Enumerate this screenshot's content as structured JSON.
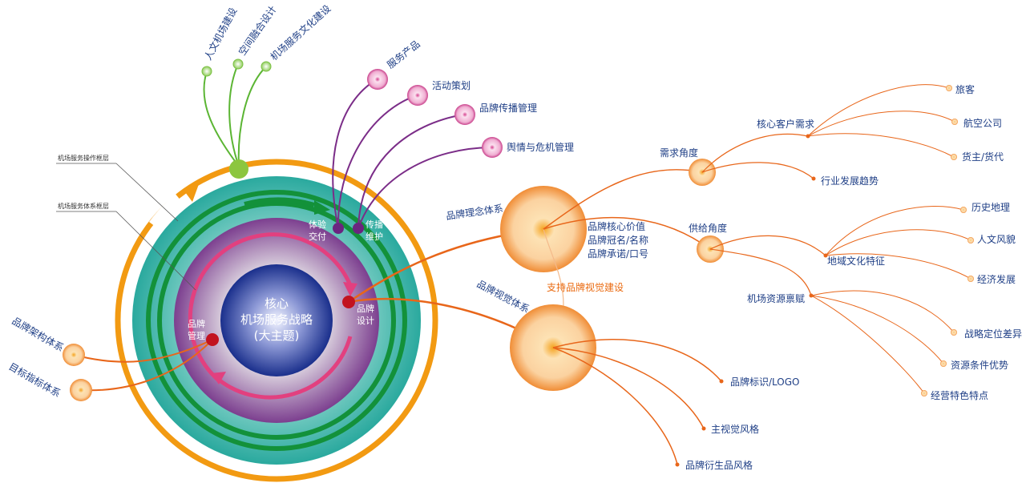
{
  "core": {
    "line1": "核心",
    "line2": "机场服务战略",
    "line3": "(大主题)"
  },
  "inner_labels": {
    "experience": [
      "体验",
      "交付"
    ],
    "spread": [
      "传播",
      "维护"
    ],
    "brand_design": [
      "品牌",
      "设计"
    ],
    "brand_manage": [
      "品牌",
      "管理"
    ]
  },
  "layers": {
    "operation": "机场服务操作框层",
    "system": "机场服务体系框层"
  },
  "top_green": [
    "人文机场建设",
    "空间融合设计",
    "机场服务文化建设"
  ],
  "top_purple": [
    "服务产品",
    "活动策划",
    "品牌传播管理",
    "舆情与危机管理"
  ],
  "left_branches": [
    "品牌架构体系",
    "目标指标体系"
  ],
  "concept": {
    "title": "品牌理念体系",
    "notes": [
      "品牌核心价值",
      "品牌冠名/名称",
      "品牌承诺/口号"
    ],
    "demand": {
      "title": "需求角度",
      "customer": {
        "title": "核心客户需求",
        "items": [
          "旅客",
          "航空公司",
          "货主/货代"
        ]
      },
      "trend": "行业发展趋势"
    },
    "supply": {
      "title": "供给角度",
      "regional": {
        "title": "地域文化特征",
        "items": [
          "历史地理",
          "人文风貌",
          "经济发展"
        ]
      },
      "resource": {
        "title": "机场资源禀赋",
        "items": [
          "战略定位差异",
          "资源条件优势",
          "经营特色特点"
        ]
      }
    }
  },
  "support_label": "支持品牌视觉建设",
  "visual": {
    "title": "品牌视觉体系",
    "items": [
      "品牌标识/LOGO",
      "主视觉风格",
      "品牌衍生品风格"
    ]
  },
  "colors": {
    "orange_ring": "#f29a12",
    "teal_ring": "#3ab8ad",
    "green_ring": "#13913a",
    "purple": "#7b2d88",
    "pink_arrow": "#e2407f",
    "core_blue": "#223c98",
    "orange_line": "#e8661a",
    "label_blue": "#1f3f86"
  }
}
